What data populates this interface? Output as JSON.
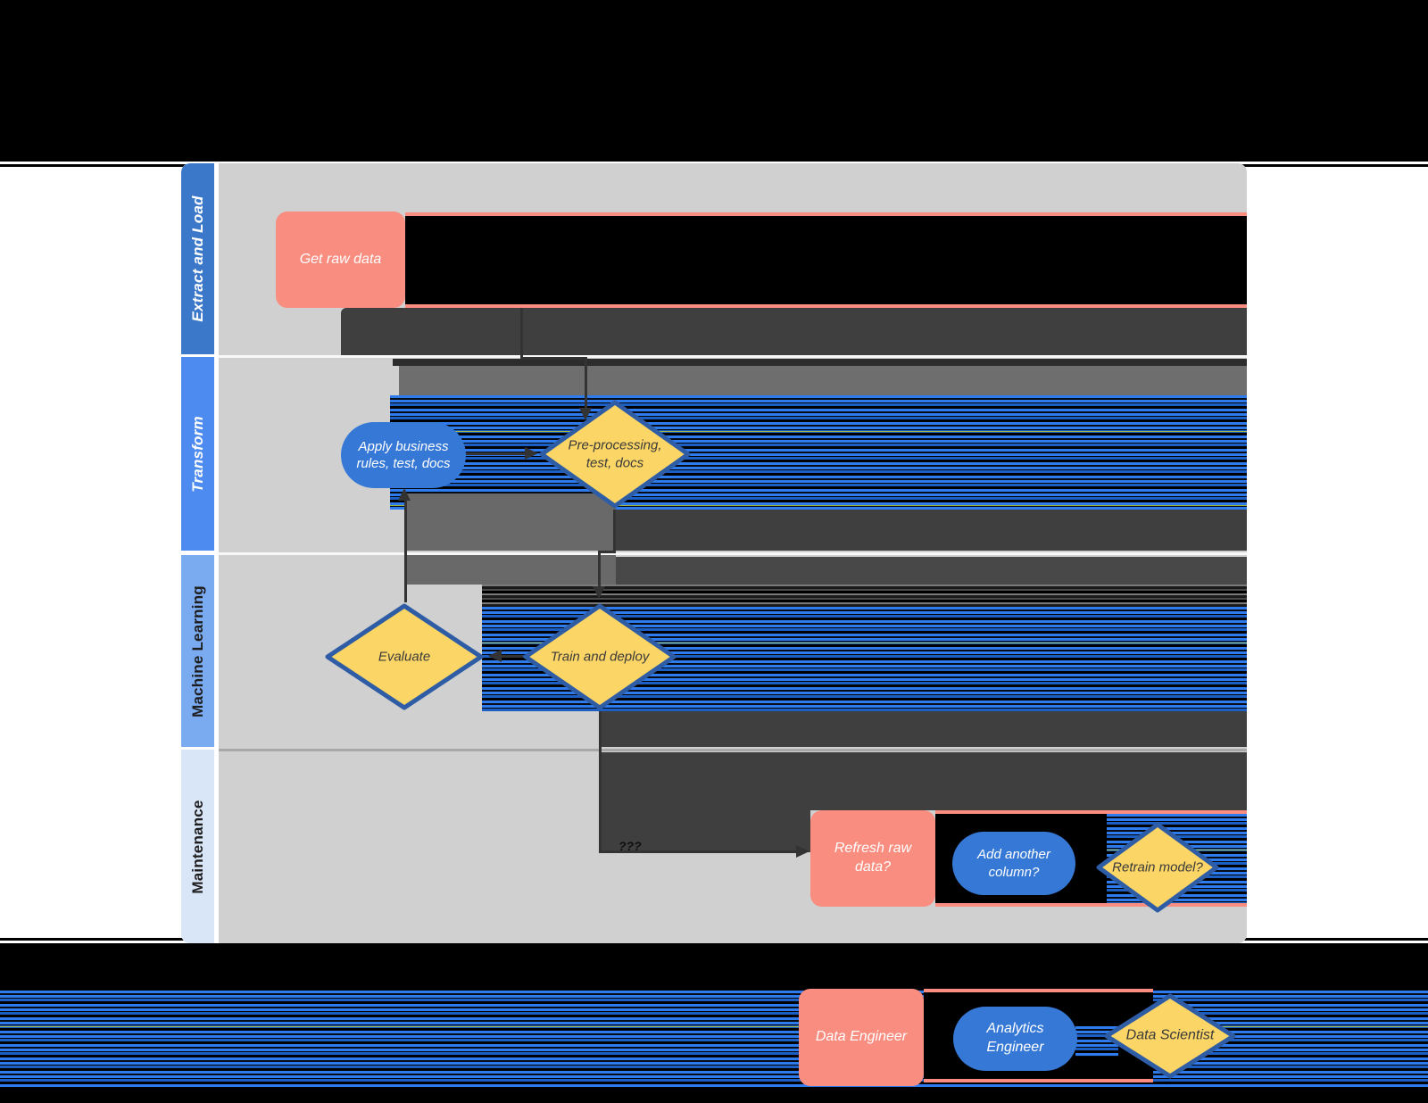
{
  "lanes": [
    {
      "label": "Extract and Load"
    },
    {
      "label": "Transform"
    },
    {
      "label": "Machine Learning"
    },
    {
      "label": "Maintenance"
    }
  ],
  "nodes": {
    "get_raw_data": {
      "label": "Get raw data"
    },
    "apply_rules": {
      "label": "Apply business rules, test, docs"
    },
    "preprocessing": {
      "label": "Pre-processing, test, docs"
    },
    "evaluate": {
      "label": "Evaluate"
    },
    "train_deploy": {
      "label": "Train and deploy"
    },
    "refresh_raw": {
      "label": "Refresh raw data?"
    },
    "add_column": {
      "label": "Add another column?"
    },
    "retrain": {
      "label": "Retrain model?"
    }
  },
  "connectors": {
    "maintenance_gap_label": "???"
  },
  "legend": {
    "data_engineer": "Data Engineer",
    "analytics_engineer": "Analytics Engineer",
    "data_scientist": "Data Scientist"
  },
  "colors": {
    "canvas": "#d0d0d0",
    "lane1": "#3c78c9",
    "lane2": "#4e8bf0",
    "lane3": "#7aaaf0",
    "lane4": "#d9e6f8",
    "salmon": "#f98d7f",
    "node-blue": "#3678d6",
    "yellow": "#fbd565",
    "diamond-border": "#2e5da6",
    "charcoal": "#3f3f3f",
    "charcoal2": "#484848",
    "medgray": "#6e6e6e",
    "medgray2": "#696969",
    "stripe-blue": "#2e7bed",
    "arrow": "#333333"
  }
}
